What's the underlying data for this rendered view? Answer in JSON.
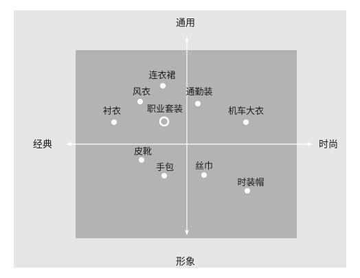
{
  "colors": {
    "background": "#e6e6e6",
    "quadrant": "#b3b3b3",
    "axis": "#ffffff",
    "marker_fill": "#ffffff",
    "highlight_ring": "#ffffff",
    "text": "#1a1a1a"
  },
  "axes": {
    "top": "通用",
    "bottom": "形象",
    "left": "经典",
    "right": "时尚"
  },
  "items": [
    {
      "label": "连衣裙",
      "highlight": false
    },
    {
      "label": "风衣",
      "highlight": false
    },
    {
      "label": "通勤装",
      "highlight": false
    },
    {
      "label": "衬衣",
      "highlight": false
    },
    {
      "label": "职业套装",
      "highlight": true
    },
    {
      "label": "机车大衣",
      "highlight": false
    },
    {
      "label": "皮靴",
      "highlight": false
    },
    {
      "label": "手包",
      "highlight": false
    },
    {
      "label": "丝巾",
      "highlight": false
    },
    {
      "label": "时装帽",
      "highlight": false
    }
  ]
}
